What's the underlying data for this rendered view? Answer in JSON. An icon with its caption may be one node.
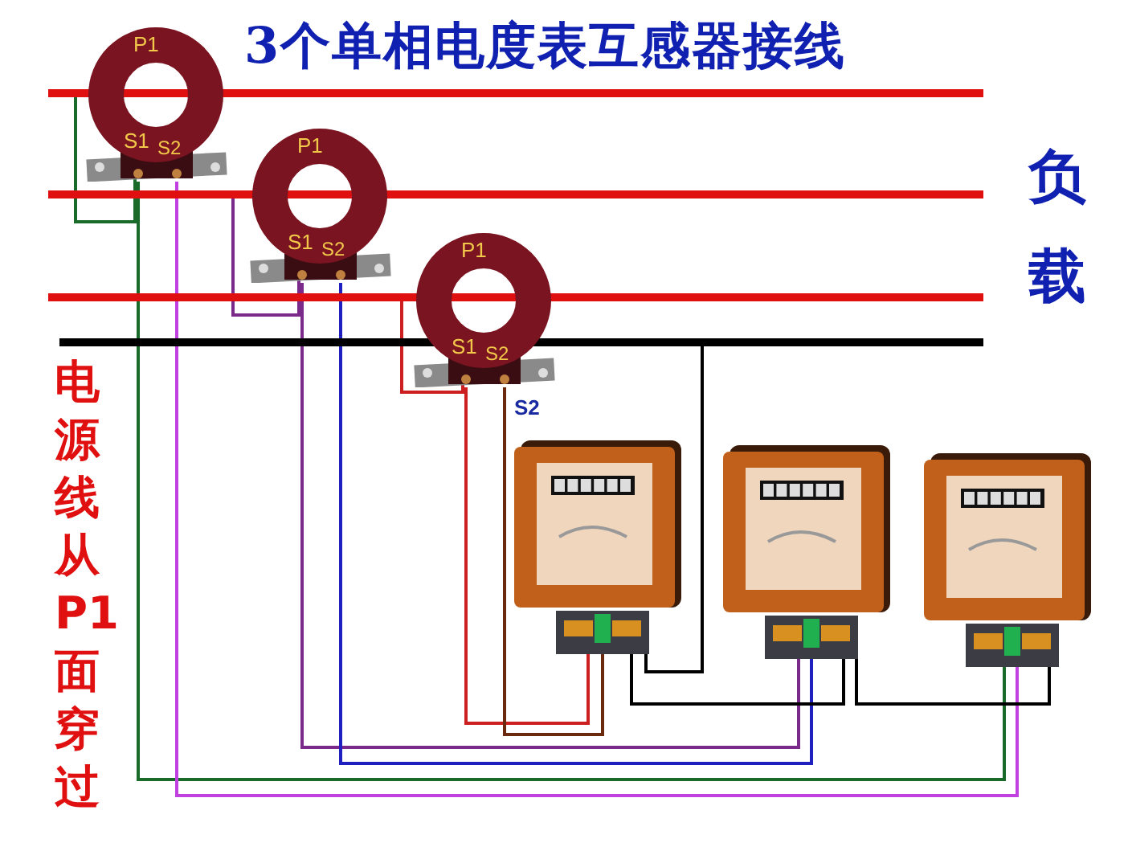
{
  "diagram": {
    "title": "3个单相电度表互感器接线",
    "nodes": [
      {
        "text": [
          "P1",
          "S1",
          "S2"
        ]
      },
      {
        "text": [
          "P1",
          "S1",
          "S2"
        ]
      },
      {
        "text": [
          "P1",
          "S1",
          "S2"
        ]
      },
      {
        "text": [],
        "shape": "picture"
      },
      {
        "text": [],
        "shape": "picture"
      },
      {
        "text": [],
        "shape": "picture"
      }
    ],
    "edges": [
      {
        "from": 0,
        "to": 5,
        "arrow": "none",
        "color": "#1a6b2a"
      },
      {
        "from": 0,
        "to": 5,
        "arrow": "none",
        "color": "#c040e0"
      },
      {
        "from": 1,
        "to": 4,
        "arrow": "none",
        "color": "#7a2a8a"
      },
      {
        "from": 1,
        "to": 4,
        "arrow": "none",
        "color": "#2020c0"
      },
      {
        "from": 2,
        "to": 3,
        "arrow": "none",
        "color": "#cc2020"
      },
      {
        "from": 2,
        "to": 3,
        "arrow": "none",
        "color": "#6b2a10"
      },
      {
        "from": 3,
        "to": 4,
        "arrow": "none",
        "color": "#000000"
      },
      {
        "from": 4,
        "to": 5,
        "arrow": "none",
        "color": "#000000"
      }
    ],
    "labels": [
      "负载",
      "电源线从P1面穿过",
      "S2"
    ]
  }
}
